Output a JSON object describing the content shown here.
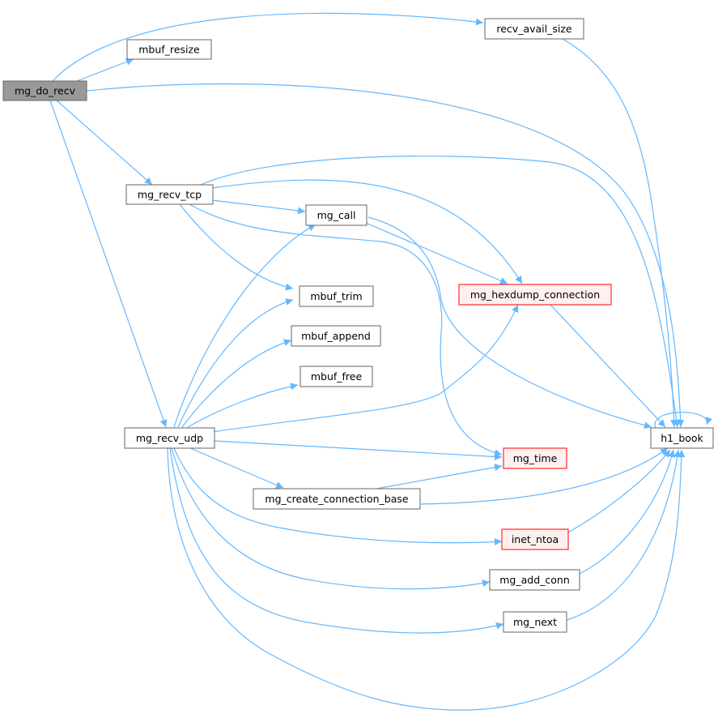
{
  "colors": {
    "edge": "#63b8ff",
    "normal_fill": "#ffffff",
    "normal_stroke": "#666666",
    "root_fill": "#999999",
    "root_stroke": "#666666",
    "highlight_fill": "#fff0f0",
    "highlight_stroke": "#ff0000"
  },
  "nodes": {
    "mg_do_recv": {
      "label": "mg_do_recv",
      "style": "root"
    },
    "mbuf_resize": {
      "label": "mbuf_resize",
      "style": "normal"
    },
    "recv_avail_size": {
      "label": "recv_avail_size",
      "style": "normal"
    },
    "mg_recv_tcp": {
      "label": "mg_recv_tcp",
      "style": "normal"
    },
    "mg_call": {
      "label": "mg_call",
      "style": "normal"
    },
    "mg_hexdump_connection": {
      "label": "mg_hexdump_connection",
      "style": "highlight"
    },
    "mbuf_trim": {
      "label": "mbuf_trim",
      "style": "normal"
    },
    "mbuf_append": {
      "label": "mbuf_append",
      "style": "normal"
    },
    "mbuf_free": {
      "label": "mbuf_free",
      "style": "normal"
    },
    "mg_recv_udp": {
      "label": "mg_recv_udp",
      "style": "normal"
    },
    "h1_book": {
      "label": "h1_book",
      "style": "normal"
    },
    "mg_time": {
      "label": "mg_time",
      "style": "highlight"
    },
    "mg_create_connection_base": {
      "label": "mg_create_connection_base",
      "style": "normal"
    },
    "inet_ntoa": {
      "label": "inet_ntoa",
      "style": "highlight"
    },
    "mg_add_conn": {
      "label": "mg_add_conn",
      "style": "normal"
    },
    "mg_next": {
      "label": "mg_next",
      "style": "normal"
    }
  },
  "edges": [
    {
      "from": "mg_do_recv",
      "to": "recv_avail_size"
    },
    {
      "from": "mg_do_recv",
      "to": "mbuf_resize"
    },
    {
      "from": "mg_do_recv",
      "to": "h1_book"
    },
    {
      "from": "mg_do_recv",
      "to": "mg_recv_tcp"
    },
    {
      "from": "mg_do_recv",
      "to": "mg_recv_udp"
    },
    {
      "from": "recv_avail_size",
      "to": "h1_book"
    },
    {
      "from": "mg_recv_tcp",
      "to": "h1_book"
    },
    {
      "from": "mg_recv_tcp",
      "to": "mg_hexdump_connection"
    },
    {
      "from": "mg_recv_tcp",
      "to": "mg_call"
    },
    {
      "from": "mg_recv_tcp",
      "to": "mbuf_trim"
    },
    {
      "from": "mg_recv_tcp",
      "to": "mg_time"
    },
    {
      "from": "mg_call",
      "to": "mg_hexdump_connection"
    },
    {
      "from": "mg_call",
      "to": "h1_book"
    },
    {
      "from": "mg_hexdump_connection",
      "to": "h1_book"
    },
    {
      "from": "h1_book",
      "to": "h1_book"
    },
    {
      "from": "mg_recv_udp",
      "to": "mg_call"
    },
    {
      "from": "mg_recv_udp",
      "to": "mbuf_trim"
    },
    {
      "from": "mg_recv_udp",
      "to": "mbuf_append"
    },
    {
      "from": "mg_recv_udp",
      "to": "mbuf_free"
    },
    {
      "from": "mg_recv_udp",
      "to": "mg_hexdump_connection"
    },
    {
      "from": "mg_recv_udp",
      "to": "mg_time"
    },
    {
      "from": "mg_recv_udp",
      "to": "mg_create_connection_base"
    },
    {
      "from": "mg_recv_udp",
      "to": "inet_ntoa"
    },
    {
      "from": "mg_recv_udp",
      "to": "mg_add_conn"
    },
    {
      "from": "mg_recv_udp",
      "to": "mg_next"
    },
    {
      "from": "mg_recv_udp",
      "to": "h1_book"
    },
    {
      "from": "mg_create_connection_base",
      "to": "mg_time"
    },
    {
      "from": "mg_create_connection_base",
      "to": "h1_book"
    },
    {
      "from": "inet_ntoa",
      "to": "h1_book"
    },
    {
      "from": "mg_add_conn",
      "to": "h1_book"
    },
    {
      "from": "mg_next",
      "to": "h1_book"
    }
  ]
}
